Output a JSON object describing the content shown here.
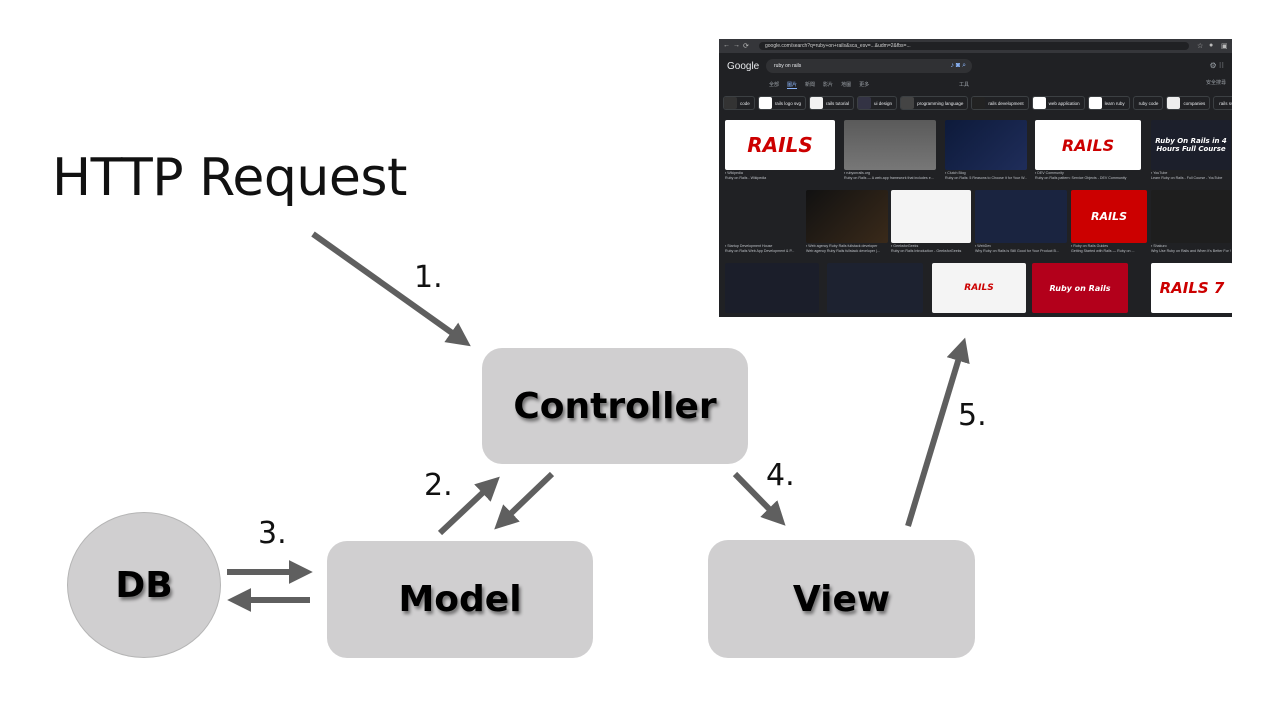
{
  "diagram": {
    "title": "HTTP Request",
    "nodes": {
      "controller": "Controller",
      "model": "Model",
      "view": "View",
      "db": "DB"
    },
    "steps": [
      "1.",
      "2.",
      "3.",
      "4.",
      "5."
    ],
    "colors": {
      "node_fill": "#d0cfd0",
      "arrow": "#5f5f5f",
      "text": "#111111"
    }
  },
  "screenshot": {
    "address_bar": {
      "url": "google.com/search?q=ruby+on+rails&sca_esv=...&udm=2&fbs=..."
    },
    "logo": "Google",
    "search_query": "ruby on rails",
    "tabs": [
      "全部",
      "圖片",
      "新聞",
      "影片",
      "地圖",
      "更多"
    ],
    "active_tab": "圖片",
    "tools_label": "工具",
    "safesearch_label": "安全搜尋",
    "chips": [
      "code",
      "rails logo svg",
      "rails tutorial",
      "ui design",
      "programming language",
      "rails development",
      "web application",
      "learn ruby",
      "ruby code",
      "companies",
      "rails svg"
    ],
    "results_row1": [
      {
        "source": "Wikipedia",
        "title": "Ruby on Rails - Wikipedia",
        "thumb": "RAILS"
      },
      {
        "source": "rubyonrails.org",
        "title": "Ruby on Rails — A web-app framework that includes e...",
        "thumb": ""
      },
      {
        "source": "Clutch Blog",
        "title": "Ruby on Rails: 5 Reasons to Choose it for Your W...",
        "thumb": ""
      },
      {
        "source": "DEV Community",
        "title": "Ruby on Rails pattern: Service Objects - DEV Community",
        "thumb": "RAILS"
      },
      {
        "source": "YouTube",
        "title": "Learn Ruby on Rails - Full Course - YouTube",
        "thumb": "Ruby On Rails in 4 Hours Full Course"
      }
    ],
    "results_row2": [
      {
        "source": "Startup Development House",
        "title": "Ruby on Rails Web App Development & P..."
      },
      {
        "source": "Web agency Ruby Rails fullstack developer",
        "title": "Web agency Ruby Rails fullstack developer |..."
      },
      {
        "source": "GeeksforGeeks",
        "title": "Ruby on Rails Introduction - GeeksforGeeks"
      },
      {
        "source": "WebDev",
        "title": "Why Ruby on Rails is Still Good for Your Product B..."
      },
      {
        "source": "Ruby on Rails Guides",
        "title": "Getting Started with Rails — Ruby on ..."
      },
      {
        "source": "Shakuro",
        "title": "Why Use Ruby on Rails and When It's Better For Your P..."
      }
    ],
    "results_row3_thumbs": [
      "",
      "",
      "RAILS",
      "Ruby on Rails",
      "RAILS 7"
    ]
  }
}
